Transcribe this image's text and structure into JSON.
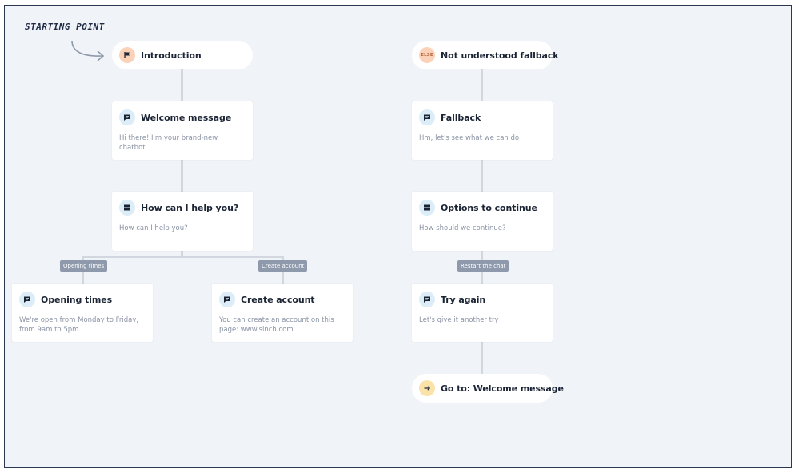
{
  "starting_point": "STARTING POINT",
  "nodes": {
    "introduction": {
      "title": "Introduction"
    },
    "welcome": {
      "title": "Welcome message",
      "text": "Hi there! I'm your brand-new chatbot"
    },
    "help": {
      "title": "How can I help you?",
      "text": "How can I help you?"
    },
    "opening": {
      "title": "Opening times",
      "text": "We're open from Monday to Friday, from 9am to 5pm."
    },
    "create": {
      "title": "Create account",
      "text": "You can create an account on this page: www.sinch.com"
    },
    "fallback_start": {
      "title": "Not understood fallback",
      "badge": "ELSE"
    },
    "fallback": {
      "title": "Fallback",
      "text": "Hm, let's see what we can do"
    },
    "options": {
      "title": "Options to continue",
      "text": "How should we continue?"
    },
    "try": {
      "title": "Try again",
      "text": "Let's give it another try"
    },
    "goto": {
      "title": "Go to: Welcome message"
    }
  },
  "edge_labels": {
    "opening": "Opening times",
    "create": "Create account",
    "restart": "Restart the chat"
  },
  "colors": {
    "canvas": "#f0f3f8",
    "connector": "#d2d7df",
    "label_bg": "#8e99ab",
    "icon_blue": "#dcedf8",
    "icon_peach": "#fbd2b8",
    "icon_yellow": "#fbe2a9"
  },
  "icons": {
    "start": "flag-icon",
    "message": "chat-bubble-icon",
    "question": "options-list-icon",
    "goto": "arrow-right-icon"
  }
}
